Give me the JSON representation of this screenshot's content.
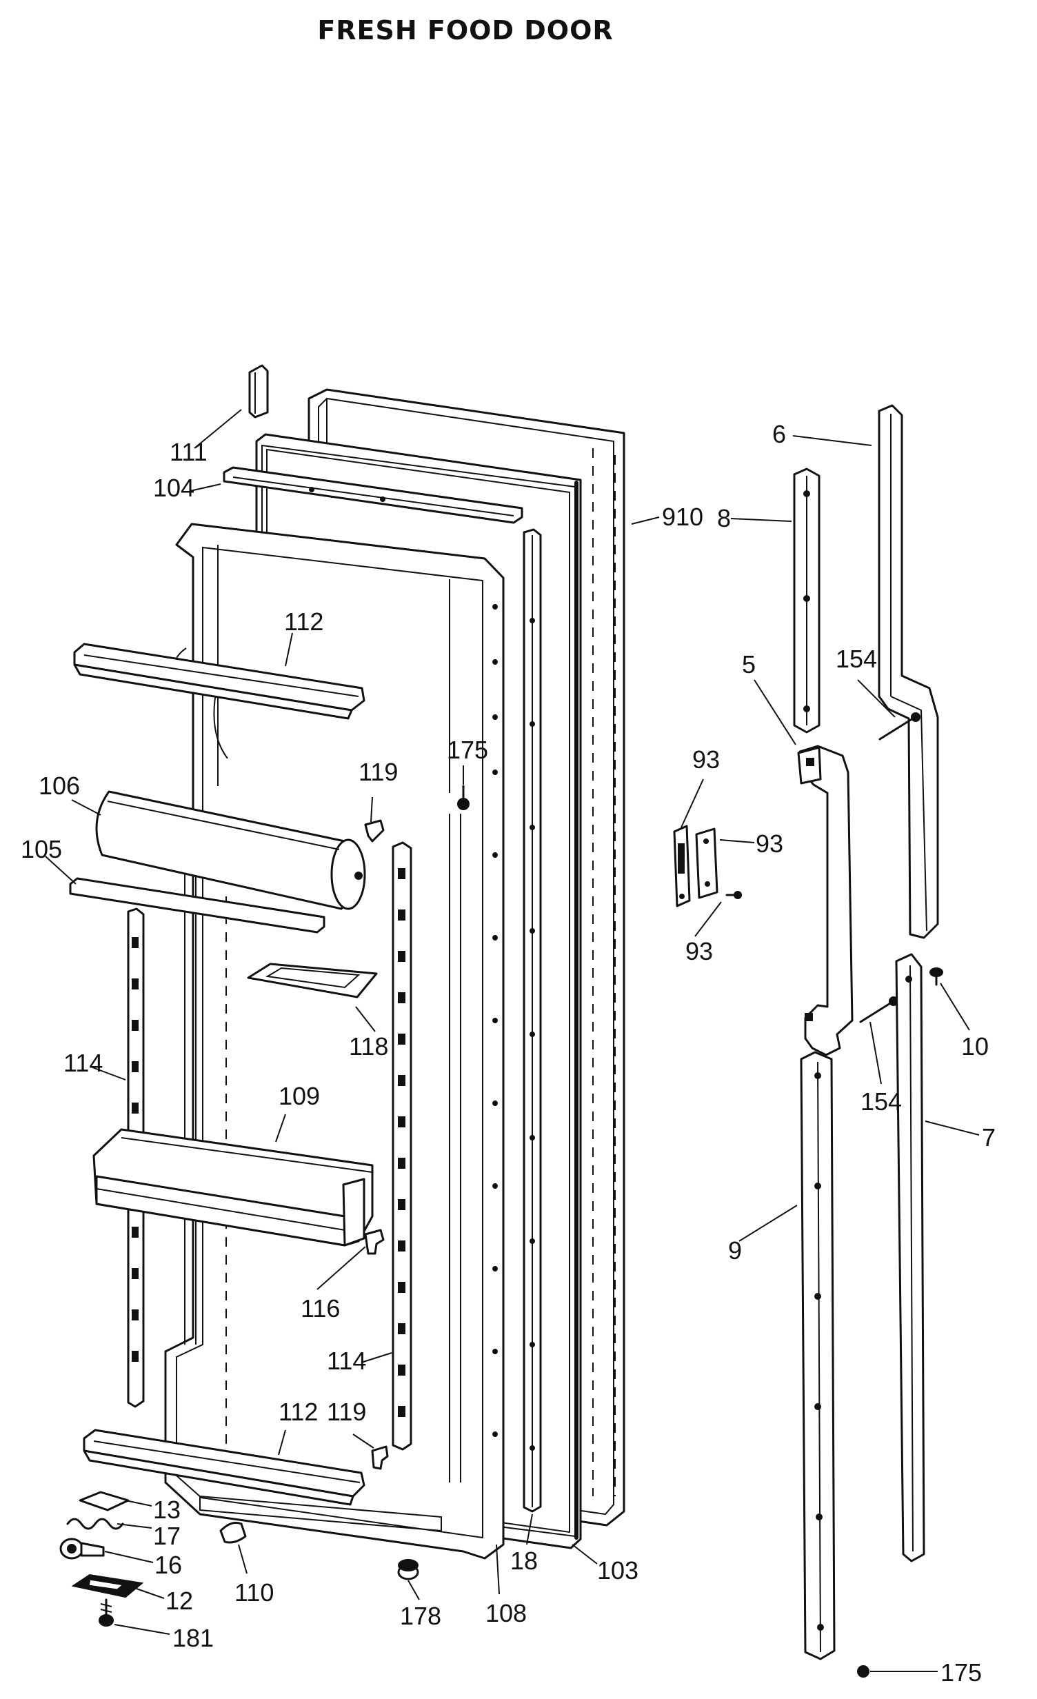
{
  "title": "FRESH FOOD DOOR",
  "labels": {
    "l111": "111",
    "l104": "104",
    "l910": "910",
    "l6": "6",
    "l8": "8",
    "l112a": "112",
    "l5": "5",
    "l154a": "154",
    "l93a": "93",
    "l93b": "93",
    "l93c": "93",
    "l175a": "175",
    "l119a": "119",
    "l106": "106",
    "l105": "105",
    "l118": "118",
    "l10": "10",
    "l154b": "154",
    "l114a": "114",
    "l109": "109",
    "l7": "7",
    "l9": "9",
    "l116": "116",
    "l114b": "114",
    "l112b": "112",
    "l119b": "119",
    "l13": "13",
    "l17": "17",
    "l16": "16",
    "l12": "12",
    "l181": "181",
    "l110": "110",
    "l178": "178",
    "l108": "108",
    "l18": "18",
    "l103": "103",
    "l175b": "175"
  }
}
